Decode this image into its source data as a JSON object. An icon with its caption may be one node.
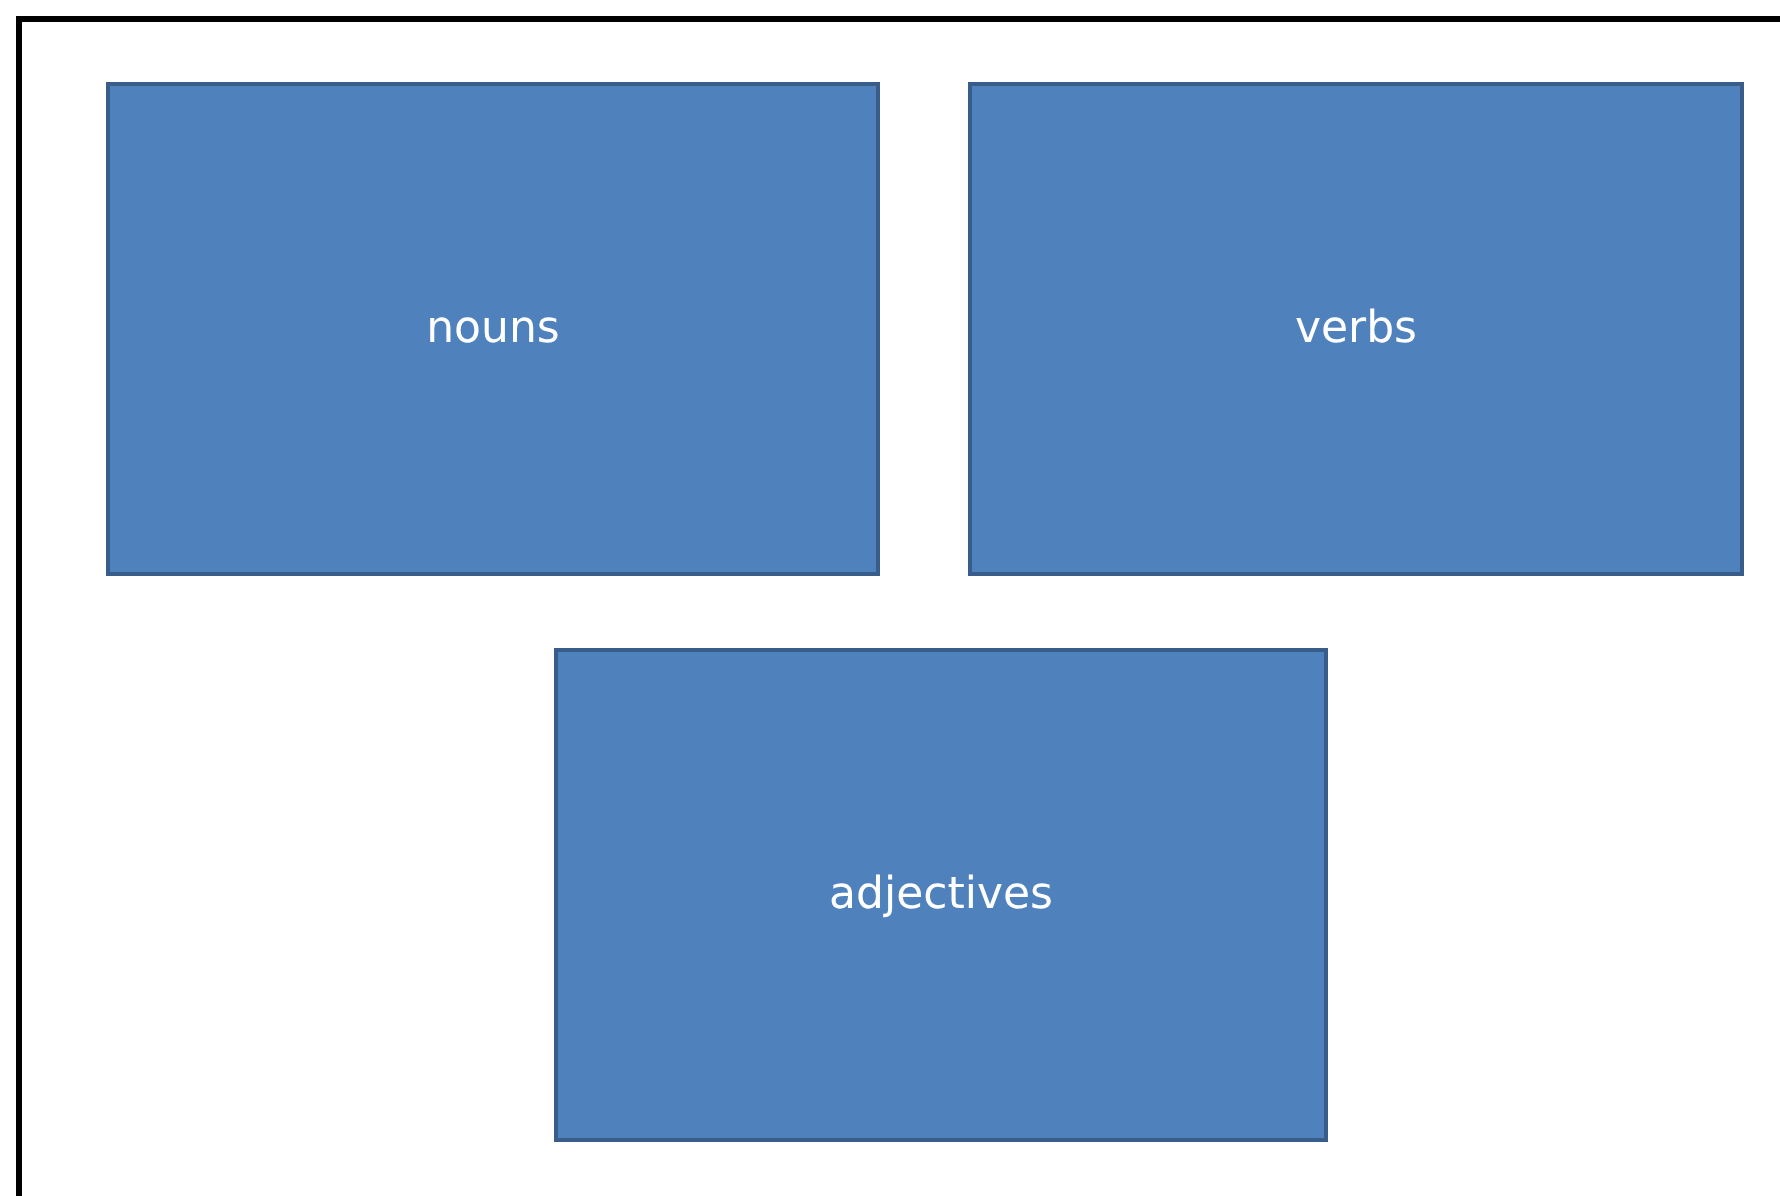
{
  "diagram": {
    "nodes": [
      {
        "text": [
          "nouns"
        ]
      },
      {
        "text": [
          "verbs"
        ]
      },
      {
        "text": [
          "adjectives"
        ]
      }
    ]
  }
}
